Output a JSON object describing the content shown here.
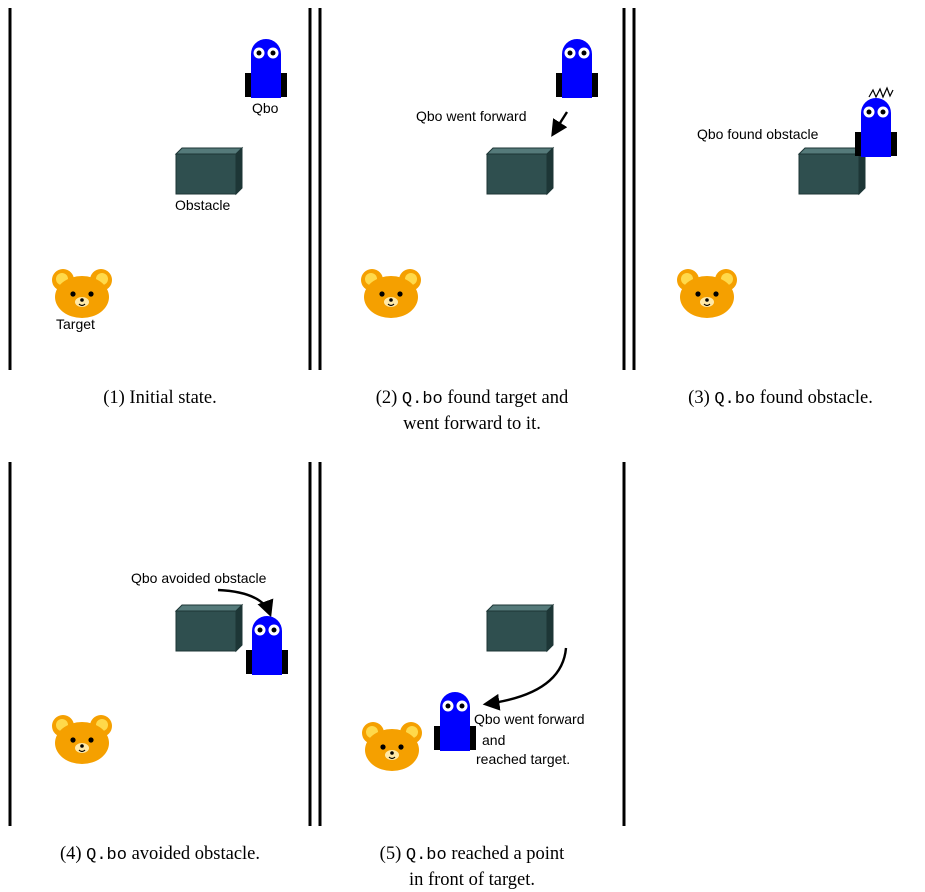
{
  "colors": {
    "robot": "#0000ff",
    "obstacle_front": "#2f4f4f",
    "obstacle_top": "#557a7a",
    "obstacle_side": "#1d3636",
    "bear": "#f5a000",
    "bear_ear_inner": "#ffd94a",
    "line": "#000000"
  },
  "labels": {
    "qbo": "Qbo",
    "obstacle": "Obstacle",
    "target": "Target",
    "went_forward": "Qbo went forward",
    "found_obstacle": "Qbo found obstacle",
    "avoided_obstacle": "Qbo avoided obstacle",
    "reached_line1": "Qbo went forward",
    "reached_line2": "and",
    "reached_line3": "reached target."
  },
  "captions": {
    "c1_line1": "(1) Initial state.",
    "c2_prefix": "(2) ",
    "c2_code": "Q.bo",
    "c2_rest": " found target and",
    "c2_line2": "went forward to it.",
    "c3_prefix": "(3) ",
    "c3_code": "Q.bo",
    "c3_rest": " found obstacle.",
    "c4_prefix": "(4) ",
    "c4_code": "Q.bo",
    "c4_rest": " avoided obstacle.",
    "c5_prefix": "(5) ",
    "c5_code": "Q.bo",
    "c5_rest": " reached a point",
    "c5_line2": "in front of target."
  }
}
